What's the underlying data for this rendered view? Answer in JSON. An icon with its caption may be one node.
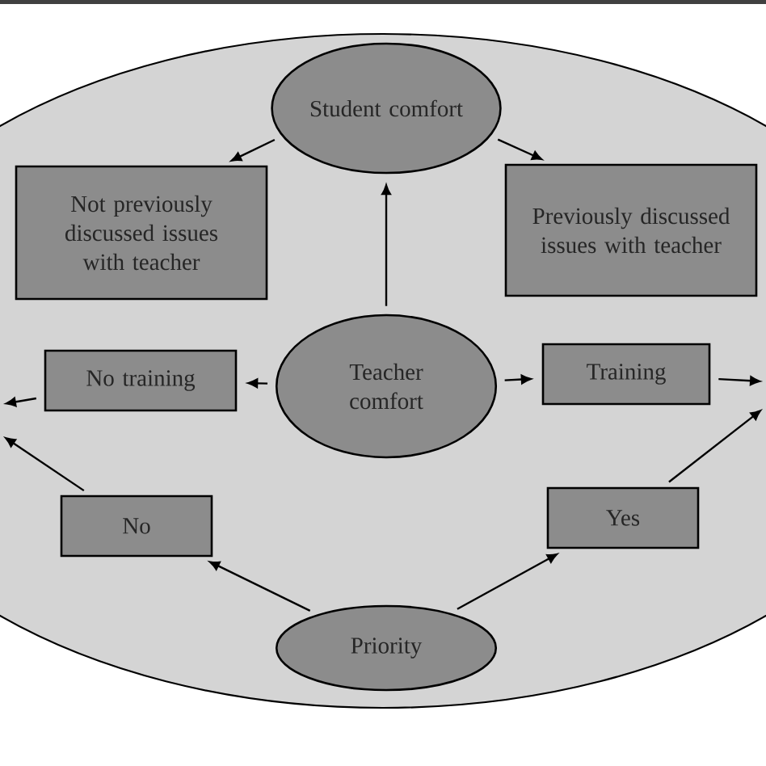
{
  "diagram": {
    "nodes": [
      {
        "text": [
          "Student comfort"
        ]
      },
      {
        "text": [
          "Not previously discussed issues with teacher"
        ]
      },
      {
        "text": [
          "Previously discussed issues with teacher"
        ]
      },
      {
        "text": [
          "Teacher comfort"
        ]
      },
      {
        "text": [
          "No training"
        ]
      },
      {
        "text": [
          "Training"
        ]
      },
      {
        "text": [
          "No"
        ]
      },
      {
        "text": [
          "Yes"
        ]
      },
      {
        "text": [
          "Priority"
        ]
      }
    ],
    "edges": [
      {
        "from": 0,
        "to": 1,
        "arrow": "to"
      },
      {
        "from": 0,
        "to": 2,
        "arrow": "to"
      },
      {
        "from": 3,
        "to": 0,
        "arrow": "to"
      },
      {
        "from": 3,
        "to": 4,
        "arrow": "to"
      },
      {
        "from": 3,
        "to": 5,
        "arrow": "to"
      },
      {
        "from": 4,
        "to": null,
        "arrow": "to"
      },
      {
        "from": 5,
        "to": null,
        "arrow": "to"
      },
      {
        "from": 8,
        "to": 6,
        "arrow": "to"
      },
      {
        "from": 8,
        "to": 7,
        "arrow": "to"
      },
      {
        "from": 6,
        "to": null,
        "arrow": "to"
      },
      {
        "from": 7,
        "to": null,
        "arrow": "to"
      }
    ]
  }
}
